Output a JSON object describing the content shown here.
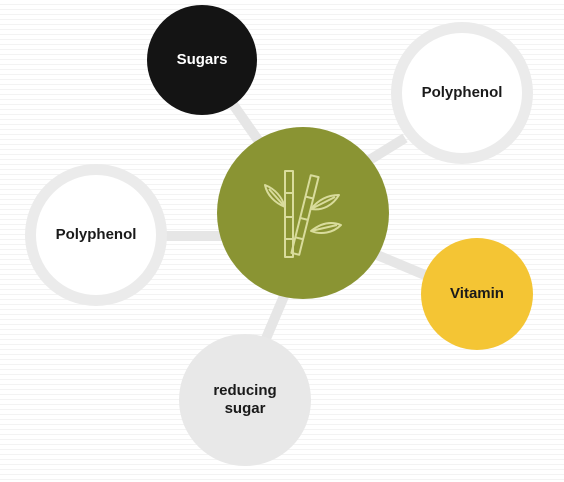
{
  "diagram": {
    "center": {
      "icon": "bamboo-sugarcane-icon"
    },
    "nodes": {
      "sugars": "Sugars",
      "polyphenol_right": "Polyphenol",
      "polyphenol_left": "Polyphenol",
      "vitamin": "Vitamin",
      "reducing_sugar": "reducing\nsugar"
    },
    "colors": {
      "center": "#8a9433",
      "sugars": "#141414",
      "vitamin": "#f4c534",
      "reducing_sugar": "#e8e8e8",
      "ring": "#ebebeb",
      "connector": "#e6e6e6"
    }
  }
}
